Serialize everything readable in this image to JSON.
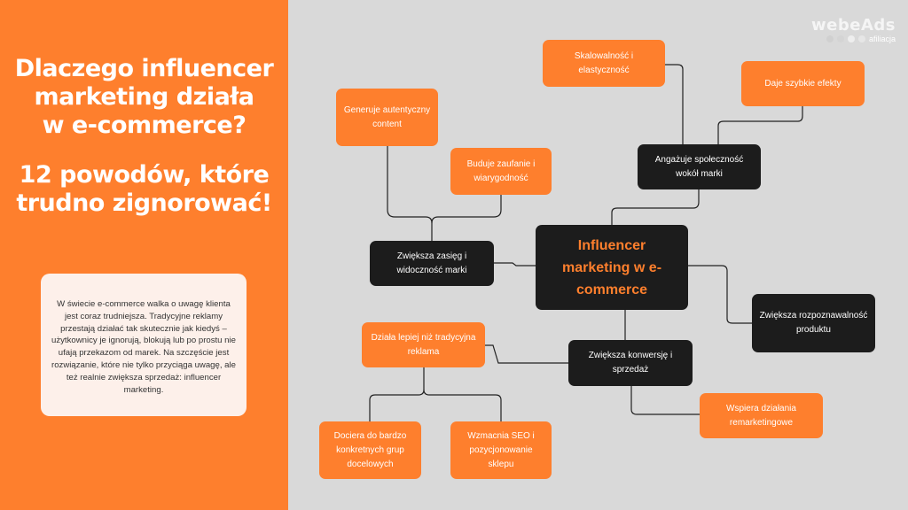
{
  "title": {
    "line1": "Dlaczego influencer",
    "line2": "marketing działa",
    "line3": "w e-commerce?",
    "line4": "12 powodów, które",
    "line5": "trudno zignorować!"
  },
  "intro": "W świecie e-commerce walka o uwagę klienta jest coraz trudniejsza. Tradycyjne reklamy przestają działać tak skutecznie jak kiedyś – użytkownicy je ignorują, blokują lub po prostu nie ufają przekazom od marek. Na szczęście jest rozwiązanie, które nie tylko przyciąga uwagę, ale też realnie zwiększa sprzedaż: influencer marketing.",
  "logo": {
    "name": "webeAds",
    "sub": "afiliacja"
  },
  "center": "Influencer marketing w e-commerce",
  "nodes": {
    "skalowalnosc": "Skalowalność i elastyczność",
    "szybkie": "Daje szybkie efekty",
    "content": "Generuje autentyczny content",
    "zaufanie": "Buduje zaufanie i wiarygodność",
    "angazuje": "Angażuje społeczność wokół marki",
    "zasieg": "Zwiększa zasięg i widoczność marki",
    "rozpoznawalnosc": "Zwiększa rozpoznawalność produktu",
    "lepiej": "Działa lepiej niż tradycyjna reklama",
    "konwersja": "Zwiększa konwersję i sprzedaż",
    "remarketing": "Wspiera działania remarketingowe",
    "dociera": "Dociera do bardzo konkretnych grup docelowych",
    "seo": "Wzmacnia SEO i pozycjonowanie sklepu"
  },
  "colors": {
    "orange": "#fe7f2d",
    "dark": "#1c1c1c",
    "bg": "#d9d9d9"
  }
}
